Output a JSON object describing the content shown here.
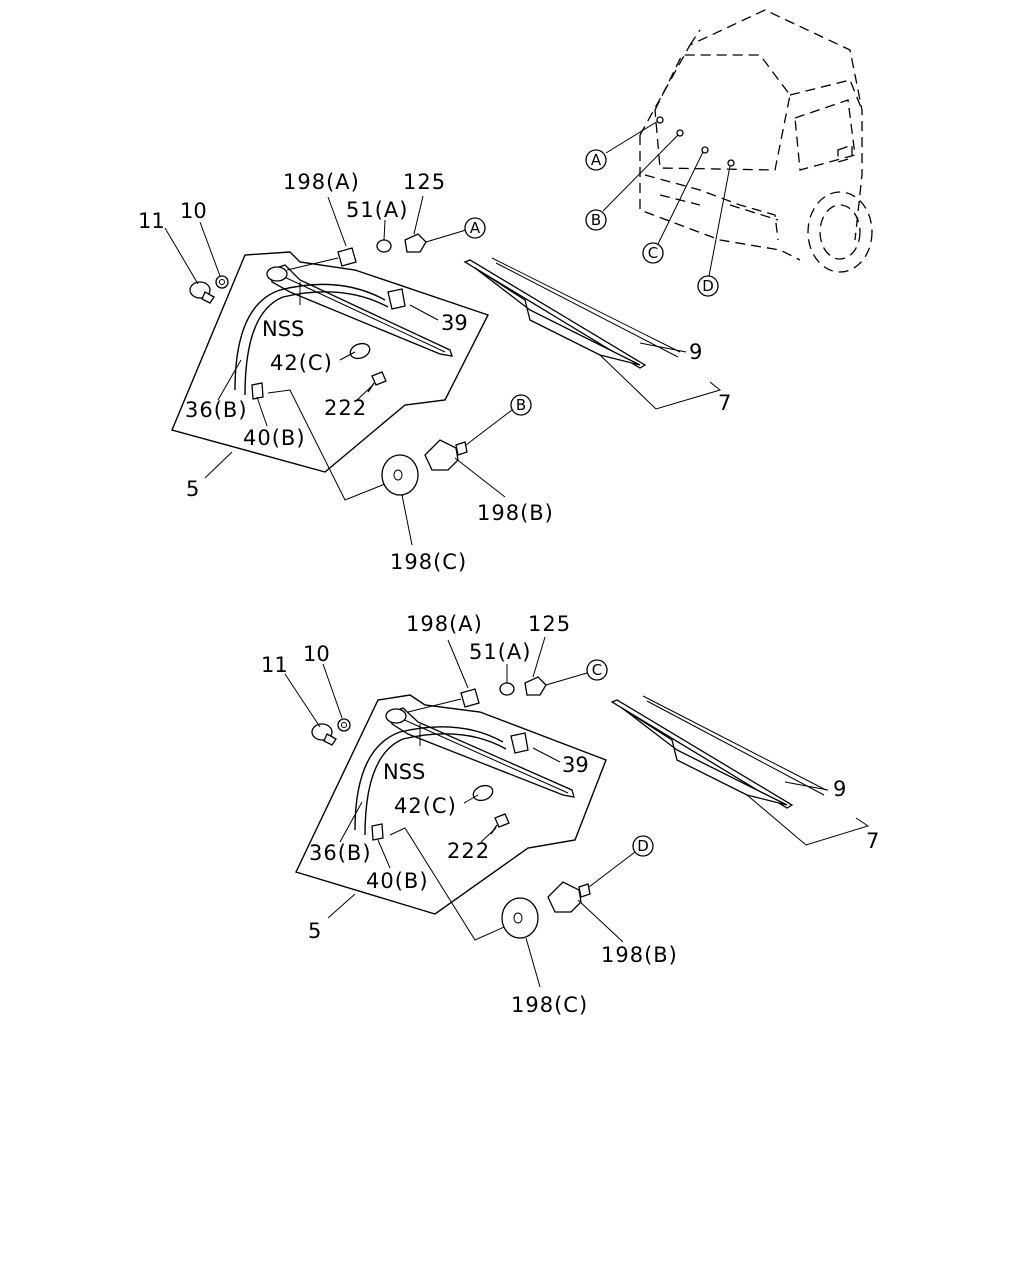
{
  "callouts": {
    "a": "A",
    "b": "B",
    "c": "C",
    "d": "D"
  },
  "upper": {
    "p11": "11",
    "p10": "10",
    "p198a": "198(A)",
    "p51a": "51(A)",
    "p125": "125",
    "nss": "NSS",
    "p39": "39",
    "p42c": "42(C)",
    "p222": "222",
    "p36b": "36(B)",
    "p40b": "40(B)",
    "p5": "5",
    "p198b": "198(B)",
    "p198c": "198(C)",
    "p9": "9",
    "p7": "7"
  },
  "lower": {
    "p11": "11",
    "p10": "10",
    "p198a": "198(A)",
    "p51a": "51(A)",
    "p125": "125",
    "nss": "NSS",
    "p39": "39",
    "p42c": "42(C)",
    "p222": "222",
    "p36b": "36(B)",
    "p40b": "40(B)",
    "p5": "5",
    "p198b": "198(B)",
    "p198c": "198(C)",
    "p9": "9",
    "p7": "7"
  }
}
